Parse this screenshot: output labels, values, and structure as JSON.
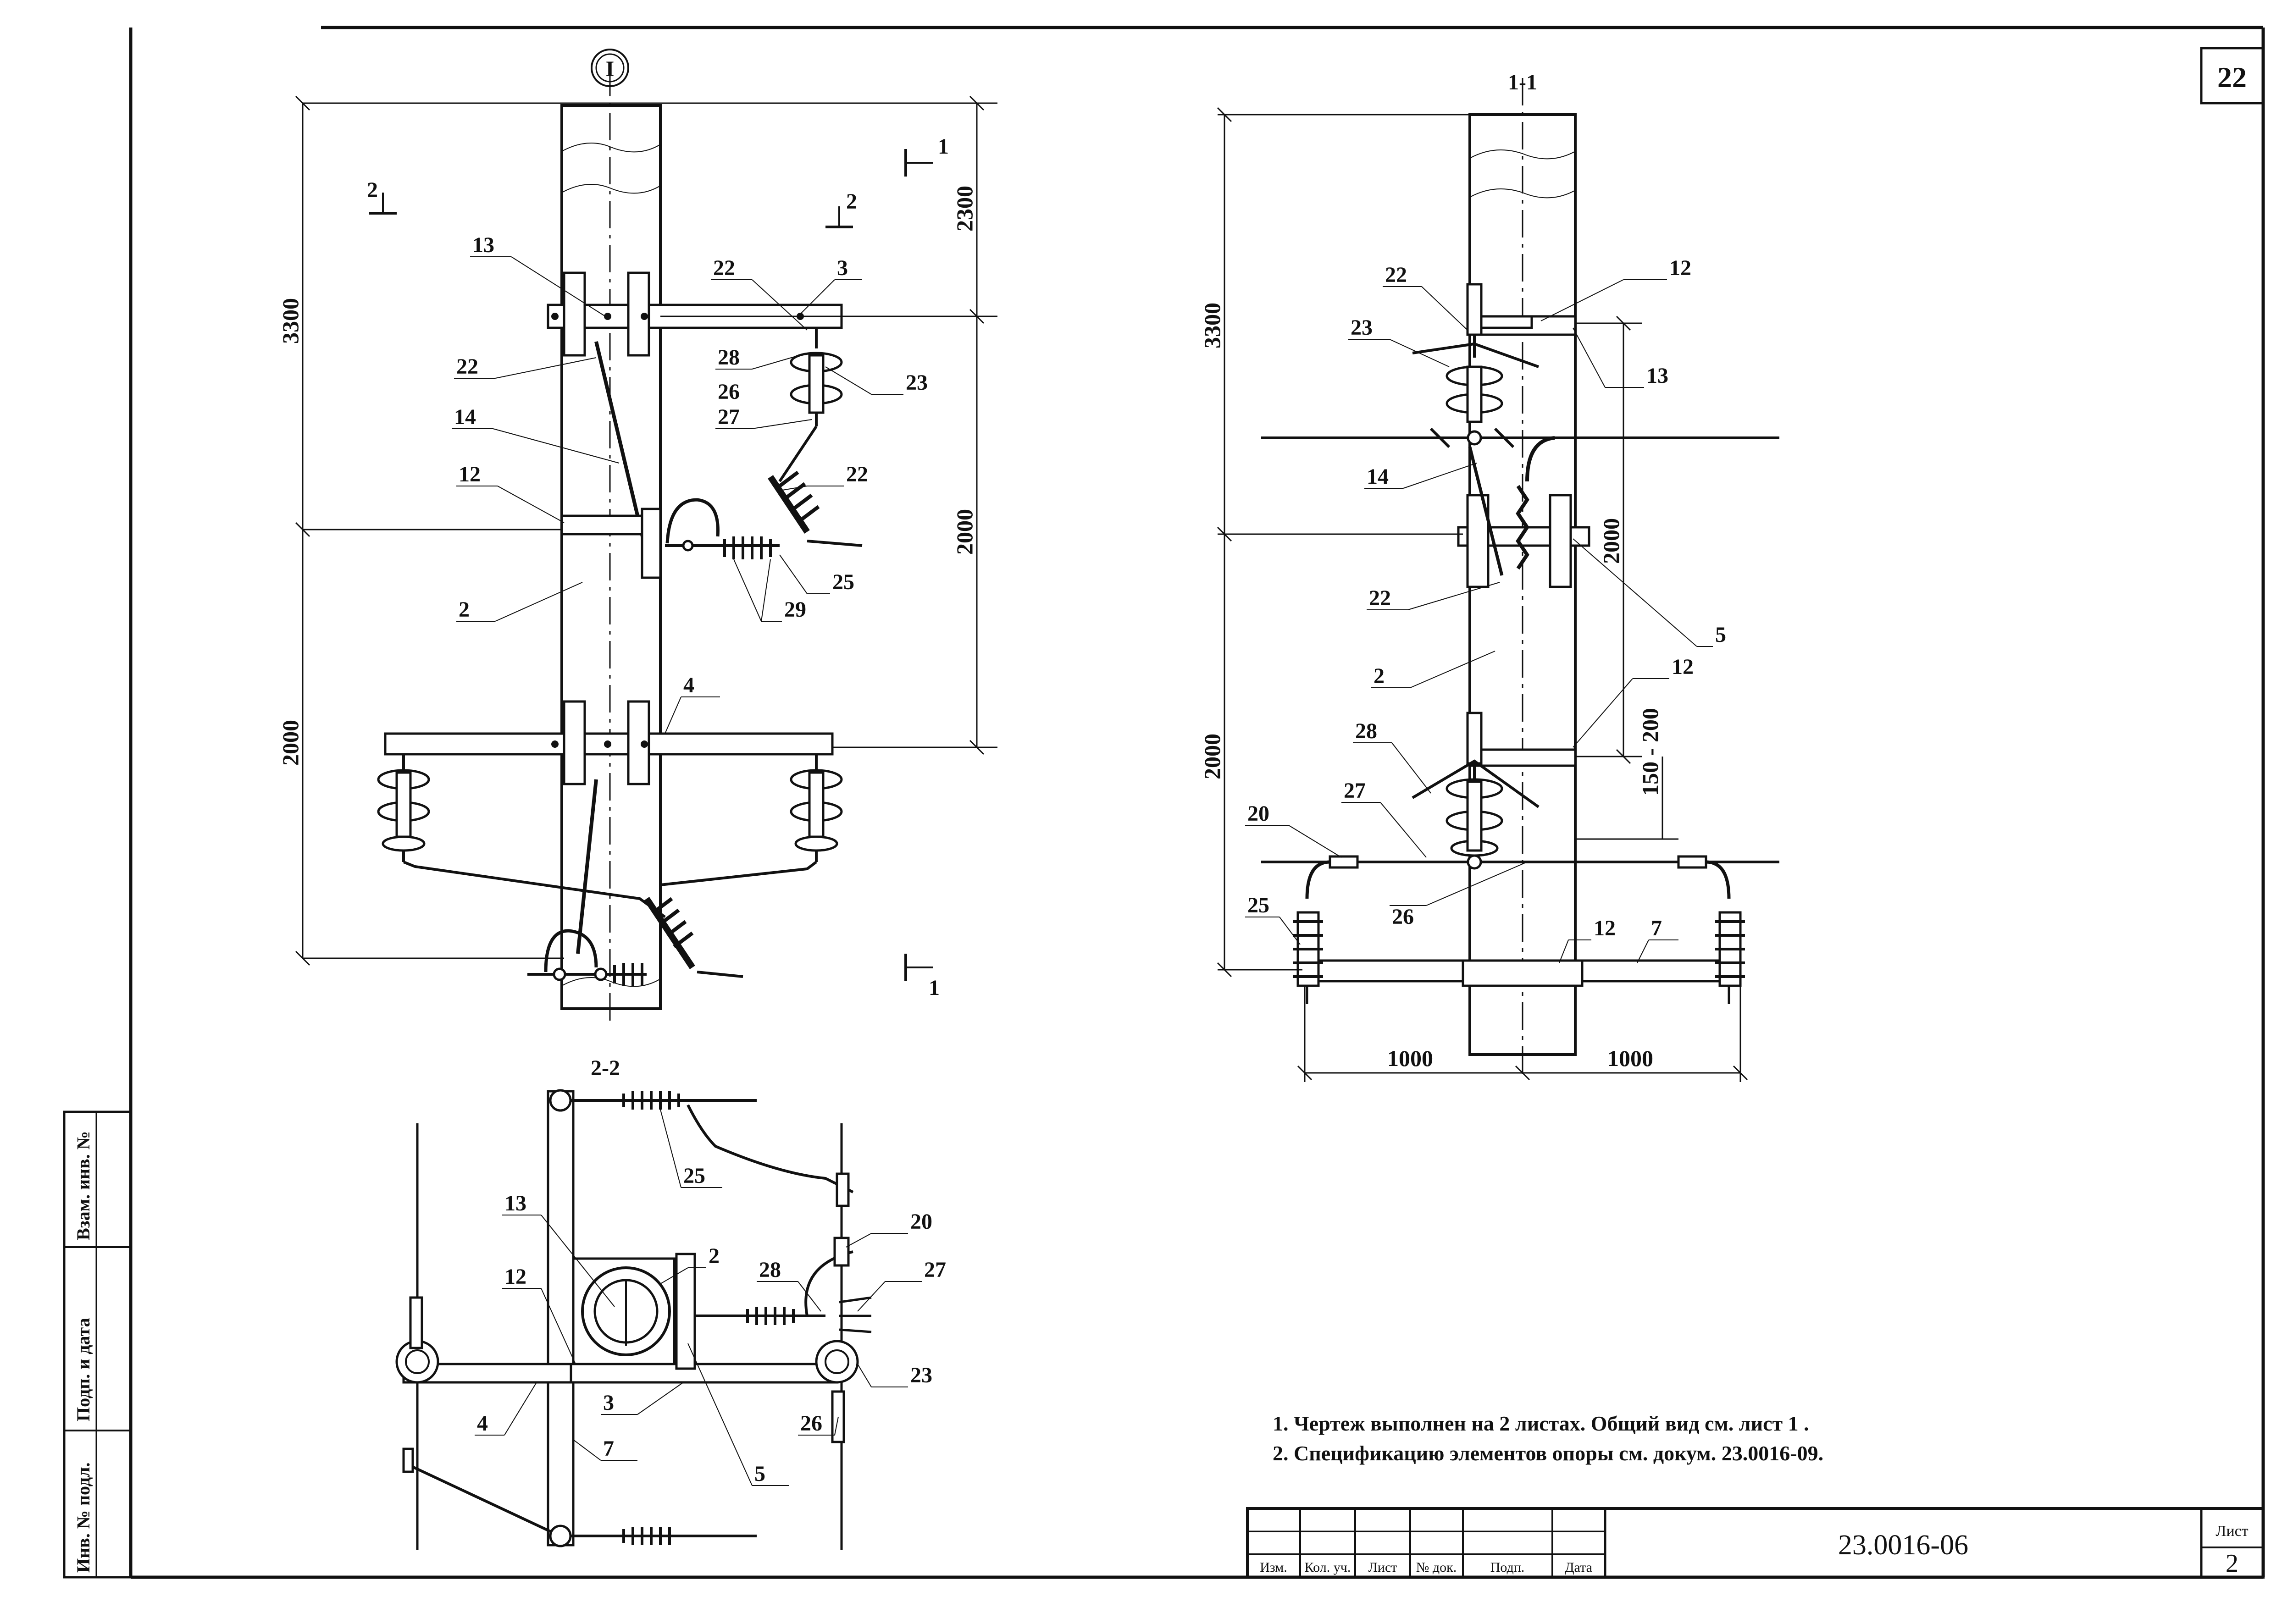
{
  "sheet_number_corner": "22",
  "title_block": {
    "doc_code": "23.0016-06",
    "list_label": "Лист",
    "list_number": "2",
    "columns": [
      "Изм.",
      "Кол. уч.",
      "Лист",
      "№ док.",
      "Подп.",
      "Дата"
    ]
  },
  "side_stamp": [
    "Инв. № подл.",
    "Подп. и дата",
    "Взам. инв. №"
  ],
  "notes": [
    "1. Чертеж выполнен на 2 листах. Общий вид см. лист 1 .",
    "2. Спецификацию элементов опоры см. докум. 23.0016-09."
  ],
  "views": {
    "main": {
      "marker": "I",
      "section_1": "1",
      "section_2": "2",
      "dims": {
        "total": "3300",
        "top": "2300",
        "mid": "2000",
        "left_low": "2000"
      },
      "callouts": [
        "13",
        "22",
        "3",
        "22",
        "28",
        "23",
        "26",
        "27",
        "14",
        "22",
        "12",
        "2",
        "25",
        "29",
        "4"
      ]
    },
    "section_1_1": {
      "title": "1-1",
      "dims": {
        "total": "3300",
        "right": "2000",
        "range": "150 - 200",
        "low": "2000",
        "left_span": "1000",
        "right_span": "1000"
      },
      "callouts": [
        "22",
        "12",
        "23",
        "13",
        "14",
        "5",
        "22",
        "2",
        "12",
        "28",
        "27",
        "20",
        "25",
        "26",
        "12",
        "7"
      ]
    },
    "section_2_2": {
      "title": "2-2",
      "callouts": [
        "25",
        "13",
        "2",
        "20",
        "12",
        "28",
        "27",
        "23",
        "4",
        "3",
        "26",
        "7",
        "5"
      ]
    }
  }
}
